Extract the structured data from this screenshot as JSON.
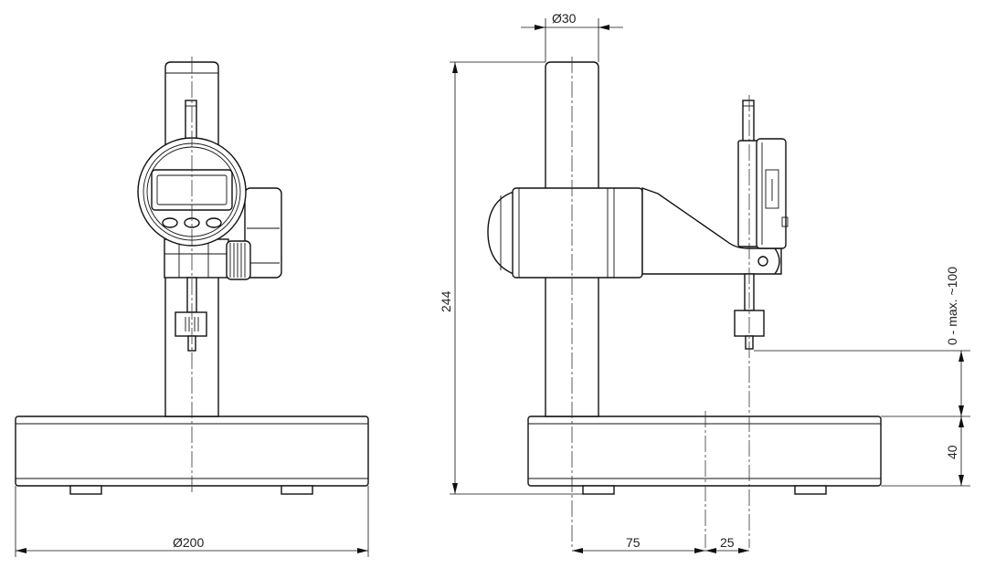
{
  "dimensions": {
    "column_diameter": "Ø30",
    "base_diameter": "Ø200",
    "overall_height": "244",
    "measuring_range": "0 - max. ~100",
    "base_height": "40",
    "offset_column": "75",
    "offset_probe": "25"
  }
}
